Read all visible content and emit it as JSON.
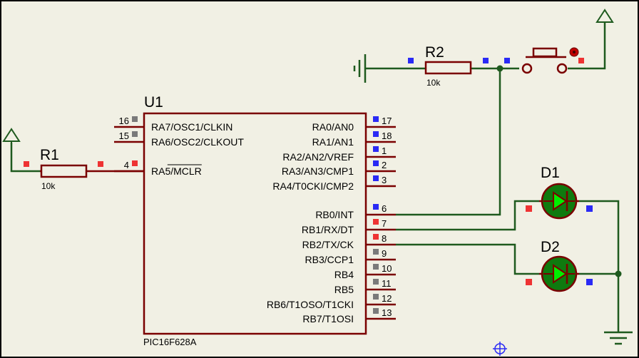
{
  "chip": {
    "ref": "U1",
    "part": "PIC16F628A",
    "left_pins": [
      {
        "num": "16",
        "label": "RA7/OSC1/CLKIN",
        "dot": "#7a7a7a"
      },
      {
        "num": "15",
        "label": "RA6/OSC2/CLKOUT",
        "dot": "#7a7a7a"
      },
      {
        "num": "4",
        "label": "RA5/MCLR",
        "dot": "#ee3333"
      }
    ],
    "right_pins": [
      {
        "num": "17",
        "label": "RA0/AN0",
        "dot": "#2a2af5"
      },
      {
        "num": "18",
        "label": "RA1/AN1",
        "dot": "#2a2af5"
      },
      {
        "num": "1",
        "label": "RA2/AN2/VREF",
        "dot": "#2a2af5"
      },
      {
        "num": "2",
        "label": "RA3/AN3/CMP1",
        "dot": "#2a2af5"
      },
      {
        "num": "3",
        "label": "RA4/T0CKI/CMP2",
        "dot": "#2a2af5"
      },
      {
        "num": "6",
        "label": "RB0/INT",
        "dot": "#2a2af5"
      },
      {
        "num": "7",
        "label": "RB1/RX/DT",
        "dot": "#ee3333"
      },
      {
        "num": "8",
        "label": "RB2/TX/CK",
        "dot": "#ee3333"
      },
      {
        "num": "9",
        "label": "RB3/CCP1",
        "dot": "#7a7a7a"
      },
      {
        "num": "10",
        "label": "RB4",
        "dot": "#7a7a7a"
      },
      {
        "num": "11",
        "label": "RB5",
        "dot": "#7a7a7a"
      },
      {
        "num": "12",
        "label": "RB6/T1OSO/T1CKI",
        "dot": "#7a7a7a"
      },
      {
        "num": "13",
        "label": "RB7/T1OSI",
        "dot": "#7a7a7a"
      }
    ]
  },
  "resistors": [
    {
      "ref": "R1",
      "value": "10k"
    },
    {
      "ref": "R2",
      "value": "10k"
    }
  ],
  "leds": [
    {
      "ref": "D1"
    },
    {
      "ref": "D2"
    }
  ],
  "colors": {
    "background": "#f1f0e4",
    "wire": "#1e5a1e",
    "component": "#7a0000",
    "led_fill": "#0f7a0f",
    "led_arrow": "#00ee00",
    "pin_high": "#ee3333",
    "pin_low": "#2a2af5",
    "pin_float": "#7a7a7a"
  },
  "icons": {
    "power": "power-terminal-icon",
    "ground": "ground-symbol-icon",
    "origin": "crosshair-origin-icon"
  }
}
